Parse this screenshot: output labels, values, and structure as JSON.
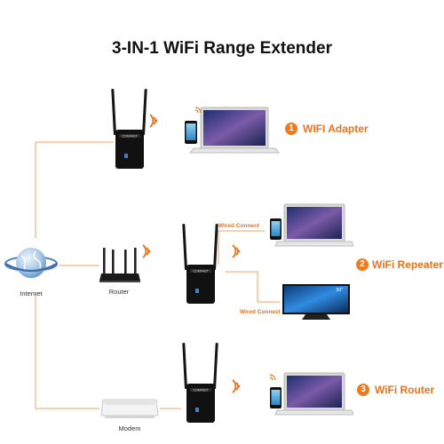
{
  "title": "3-IN-1 WiFi Range Extender",
  "devices": {
    "internet_label": "Internet",
    "router_label": "Router",
    "modem_label": "Modem",
    "extender_brand": "COMFAST",
    "tv_size": "50\""
  },
  "modes": [
    {
      "number": "1",
      "label": "WIFI Adapter"
    },
    {
      "number": "2",
      "label": "WiFi Repeater"
    },
    {
      "number": "3",
      "label": "WiFi Router"
    }
  ],
  "wire_labels": {
    "top": "Wired Connect",
    "bottom": "Wired Connect"
  },
  "colors": {
    "accent": "#f07a1e",
    "line": "#f3a060",
    "device": "#111111",
    "globe": "#6f9fd0"
  }
}
